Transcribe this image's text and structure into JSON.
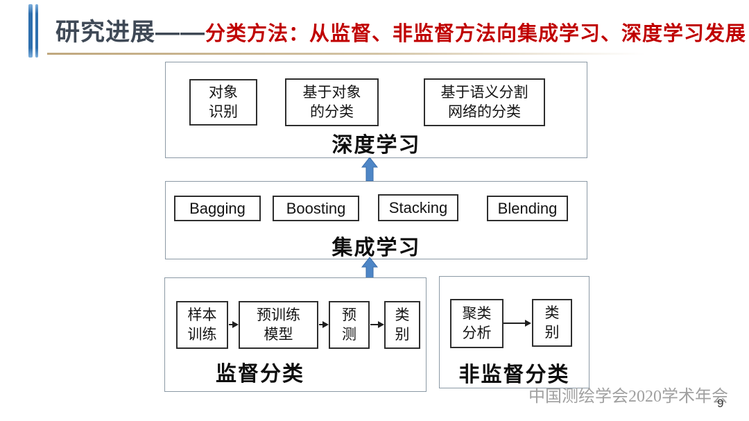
{
  "title": {
    "black": "研究进展——",
    "red": "分类方法：从监督、非监督方法向集成学习、深度学习发展"
  },
  "diagram": {
    "deep_learning": {
      "label": "深度学习",
      "items": [
        {
          "line1": "对象",
          "line2": "识别"
        },
        {
          "line1": "基于对象",
          "line2": "的分类"
        },
        {
          "line1": "基于语义分割",
          "line2": "网络的分类"
        }
      ]
    },
    "ensemble": {
      "label": "集成学习",
      "items": [
        "Bagging",
        "Boosting",
        "Stacking",
        "Blending"
      ]
    },
    "supervised": {
      "label": "监督分类",
      "flow": [
        {
          "line1": "样本",
          "line2": "训练"
        },
        {
          "line1": "预训练",
          "line2": "模型"
        },
        {
          "line1": "预",
          "line2": "测"
        },
        {
          "line1": "类",
          "line2": "别"
        }
      ]
    },
    "unsupervised": {
      "label": "非监督分类",
      "flow": [
        {
          "line1": "聚类",
          "line2": "分析"
        },
        {
          "line1": "类",
          "line2": "别"
        }
      ]
    }
  },
  "icons": {
    "up_arrow": "block-up-arrow",
    "flow_arrow": "right-arrow"
  },
  "colors": {
    "title_dark": "#3f4956",
    "title_red": "#c00000",
    "accent_blue": "#2e6fae",
    "arrow_blue_fill": "#4e86c6",
    "arrow_blue_border": "#3a6ca9",
    "underline_tan": "#c0a87e",
    "watermark_gray": "#a0a0a0"
  },
  "watermark": "中国测绘学会2020学术年会",
  "page_number": "9"
}
